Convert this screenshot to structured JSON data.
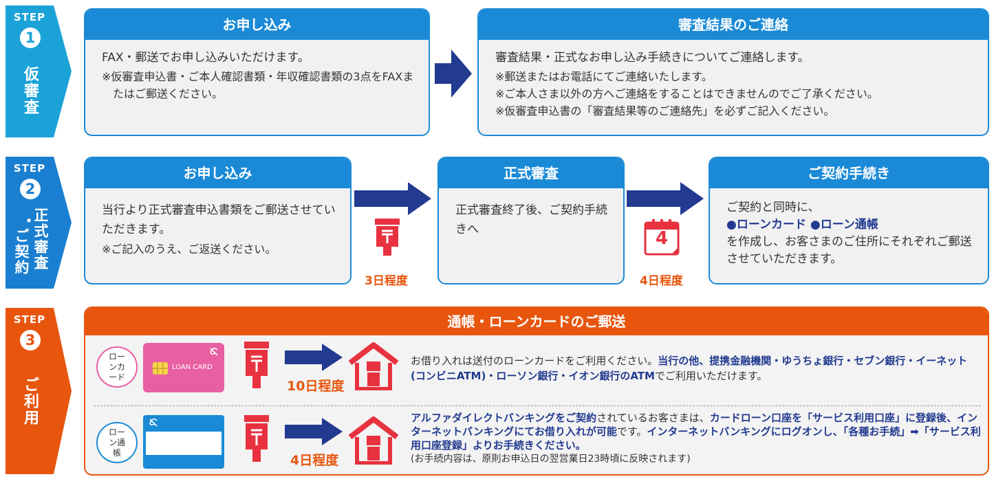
{
  "colors": {
    "cyan": "#1ba3d8",
    "blue": "#1a7fd0",
    "box_blue": "#1a8ad6",
    "navy": "#223a8f",
    "orange": "#e8560e",
    "red": "#e8323f",
    "pink": "#e85fa2"
  },
  "step1": {
    "step_label": "STEP",
    "number": "1",
    "vertical_label": "仮審査",
    "box1": {
      "title": "お申し込み",
      "line1": "FAX・郵送でお申し込みいただけます。",
      "note": "※仮審査申込書・ご本人確認書類・年収確認書類の3点をFAXまたはご郵送ください。"
    },
    "box2": {
      "title": "審査結果のご連絡",
      "line1": "審査結果・正式なお申し込み手続きについてご連絡します。",
      "notes": [
        "※郵送またはお電話にてご連絡いたします。",
        "※ご本人さま以外の方へご連絡をすることはできませんのでご了承ください。",
        "※仮審査申込書の「審査結果等のご連絡先」を必ずご記入ください。"
      ]
    }
  },
  "step2": {
    "step_label": "STEP",
    "number": "2",
    "vertical_label_1": "正式審査",
    "vertical_label_2": "・",
    "vertical_label_3": "ご契約",
    "box1": {
      "title": "お申し込み",
      "line1": "当行より正式審査申込書類をご郵送させていただきます。",
      "note": "※ご記入のうえ、ご返送ください。"
    },
    "arrow1_days": "3日程度",
    "box2": {
      "title": "正式審査",
      "line1": "正式審査終了後、ご契約手続きへ"
    },
    "arrow2_days": "4日程度",
    "calendar_number": "4",
    "box3": {
      "title": "ご契約手続き",
      "line1": "ご契約と同時に、",
      "items": "●ローンカード ●ローン通帳",
      "line2": "を作成し、お客さまのご住所にそれぞれご郵送させていただきます。"
    }
  },
  "step3": {
    "step_label": "STEP",
    "number": "3",
    "vertical_label": "ご利用",
    "title": "通帳・ローンカードのご郵送",
    "row1": {
      "label": "ローンカード",
      "card_text": "LOAN CARD",
      "days": "10日程度",
      "text_plain": "お借り入れは送付のローンカードをご利用ください。",
      "text_bold": "当行の他、提携金融機関・ゆうちょ銀行・セブン銀行・イーネット(コンビニATM)・ローソン銀行・イオン銀行のATM",
      "text_end": "でご利用いただけます。"
    },
    "row2": {
      "label": "ローン通帳",
      "days": "4日程度",
      "t1": "アルファダイレクトバンキングをご契約",
      "t2": "されているお客さまは、",
      "t3": "カードローン口座を「サービス利用口座」に登録後、インターネットバンキングにてお借り入れが可能",
      "t4": "です。",
      "t5": "インターネットバンキングにログオンし、",
      "t6": "「各種お手続」➡「サービス利用口座登録」",
      "t7": "よりお手続きください。",
      "note": "(お手続内容は、原則お申込日の翌営業日23時頃に反映されます)"
    }
  }
}
